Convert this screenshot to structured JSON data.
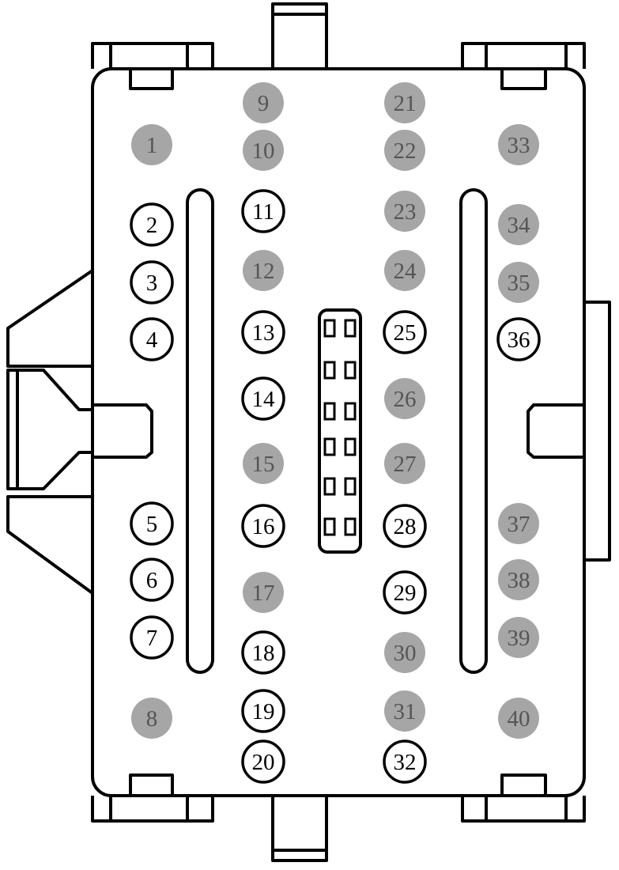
{
  "colors": {
    "outline": "#000000",
    "background": "#ffffff",
    "unused_pin_fill": "#a6a6a6",
    "unused_pin_text": "#555555",
    "active_pin_fill": "#ffffff",
    "active_pin_text": "#000000"
  },
  "pins": [
    {
      "label": "1",
      "state": "unused"
    },
    {
      "label": "2",
      "state": "active"
    },
    {
      "label": "3",
      "state": "active"
    },
    {
      "label": "4",
      "state": "active"
    },
    {
      "label": "5",
      "state": "active"
    },
    {
      "label": "6",
      "state": "active"
    },
    {
      "label": "7",
      "state": "active"
    },
    {
      "label": "8",
      "state": "unused"
    },
    {
      "label": "9",
      "state": "unused"
    },
    {
      "label": "10",
      "state": "unused"
    },
    {
      "label": "11",
      "state": "active"
    },
    {
      "label": "12",
      "state": "unused"
    },
    {
      "label": "13",
      "state": "active"
    },
    {
      "label": "14",
      "state": "active"
    },
    {
      "label": "15",
      "state": "unused"
    },
    {
      "label": "16",
      "state": "active"
    },
    {
      "label": "17",
      "state": "unused"
    },
    {
      "label": "18",
      "state": "active"
    },
    {
      "label": "19",
      "state": "active"
    },
    {
      "label": "20",
      "state": "active"
    },
    {
      "label": "21",
      "state": "unused"
    },
    {
      "label": "22",
      "state": "unused"
    },
    {
      "label": "23",
      "state": "unused"
    },
    {
      "label": "24",
      "state": "unused"
    },
    {
      "label": "25",
      "state": "active"
    },
    {
      "label": "26",
      "state": "unused"
    },
    {
      "label": "27",
      "state": "unused"
    },
    {
      "label": "28",
      "state": "active"
    },
    {
      "label": "29",
      "state": "active"
    },
    {
      "label": "30",
      "state": "unused"
    },
    {
      "label": "31",
      "state": "unused"
    },
    {
      "label": "32",
      "state": "active"
    },
    {
      "label": "33",
      "state": "unused"
    },
    {
      "label": "34",
      "state": "unused"
    },
    {
      "label": "35",
      "state": "unused"
    },
    {
      "label": "36",
      "state": "active"
    },
    {
      "label": "37",
      "state": "unused"
    },
    {
      "label": "38",
      "state": "unused"
    },
    {
      "label": "39",
      "state": "unused"
    },
    {
      "label": "40",
      "state": "unused"
    }
  ]
}
